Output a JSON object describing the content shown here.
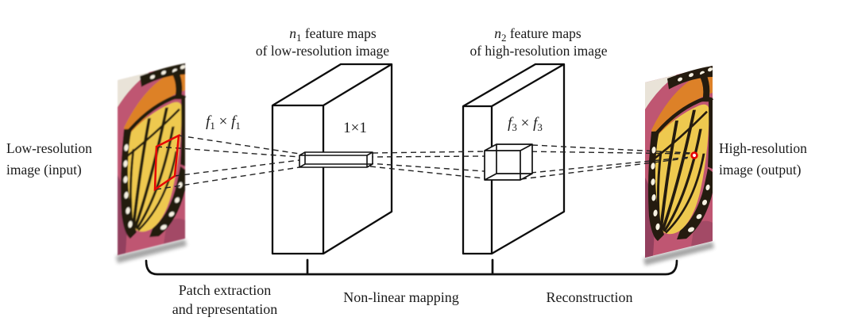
{
  "figure": {
    "input_label": {
      "line1": "Low-resolution",
      "line2": "image (input)"
    },
    "output_label": {
      "line1": "High-resolution",
      "line2": "image (output)"
    },
    "layer1": {
      "n": "n",
      "n_sub": "1",
      "n_rest": " feature maps",
      "line2": "of low-resolution image"
    },
    "layer2": {
      "n": "n",
      "n_sub": "2",
      "n_rest": " feature maps",
      "line2": "of high-resolution image"
    },
    "kernel1": {
      "f": "f",
      "sub": "1",
      "times": " × "
    },
    "vector_label": "1×1",
    "kernel3": {
      "f": "f",
      "sub": "3",
      "times": " × "
    },
    "stages": {
      "s1_line1": "Patch extraction",
      "s1_line2": "and representation",
      "s2": "Non-linear mapping",
      "s3": "Reconstruction"
    },
    "colors": {
      "patch": "#e60505",
      "marker": "#e60505",
      "ink": "#111111"
    }
  }
}
